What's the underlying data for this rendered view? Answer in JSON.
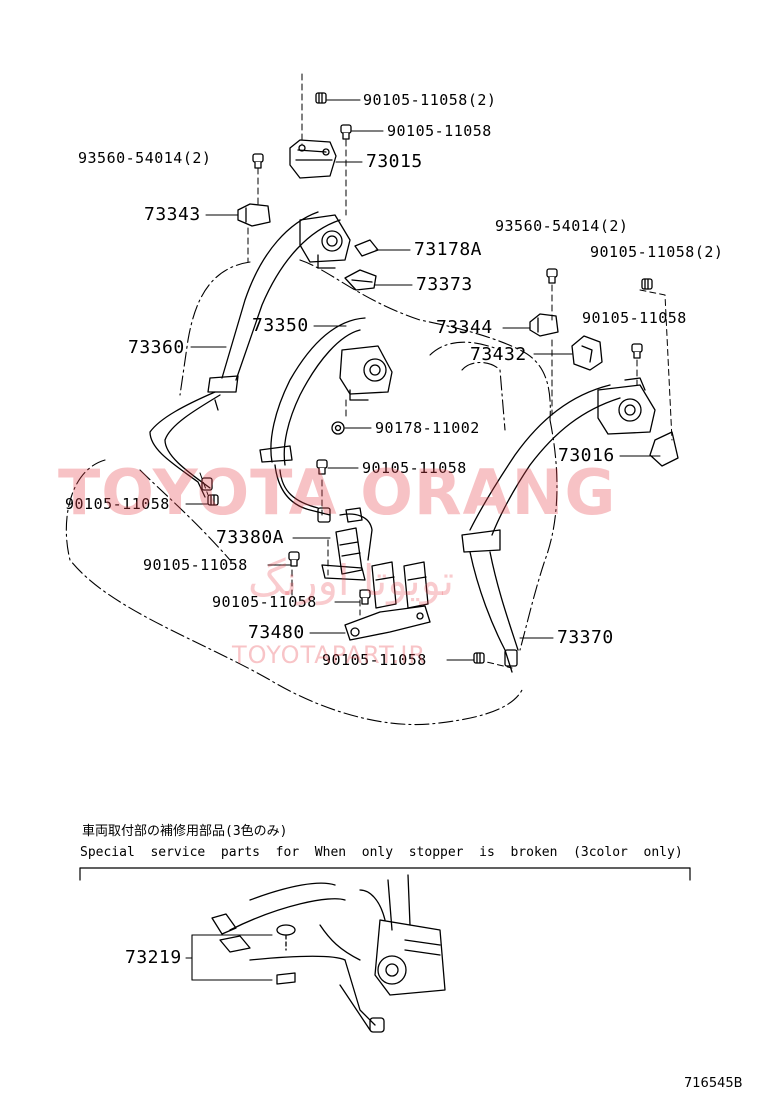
{
  "labels": {
    "bolt_a": "90105-11058(2)",
    "bolt_b": "90105-11058",
    "screw_left": "93560-54014(2)",
    "p73015": "73015",
    "p73343": "73343",
    "p73178a": "73178A",
    "p73373": "73373",
    "p73350": "73350",
    "p73360": "73360",
    "screw_right": "93560-54014(2)",
    "bolt_right_top": "90105-11058(2)",
    "bolt_right": "90105-11058",
    "p73344": "73344",
    "p73432": "73432",
    "nut": "90178-11002",
    "bolt_center": "90105-11058",
    "p73016": "73016",
    "bolt_left": "90105-11058",
    "p73380a": "73380A",
    "bolt_buckle": "90105-11058",
    "bolt_buckle2": "90105-11058",
    "p73480": "73480",
    "p73370": "73370",
    "bolt_bottom": "90105-11058",
    "p73219": "73219"
  },
  "note": {
    "japanese": "車両取付部の補修用部品(3色のみ)",
    "english": "Special  service  parts  for  When  only  stopper  is  broken  (3color  only)"
  },
  "watermark": {
    "main": "TOYOTA ORANG",
    "url": "TOYOTAPART.IR",
    "farsi": "تویوتا اورنگ"
  },
  "diagram_id": "716545B",
  "colors": {
    "line": "#000000",
    "watermark": "#e84650"
  }
}
